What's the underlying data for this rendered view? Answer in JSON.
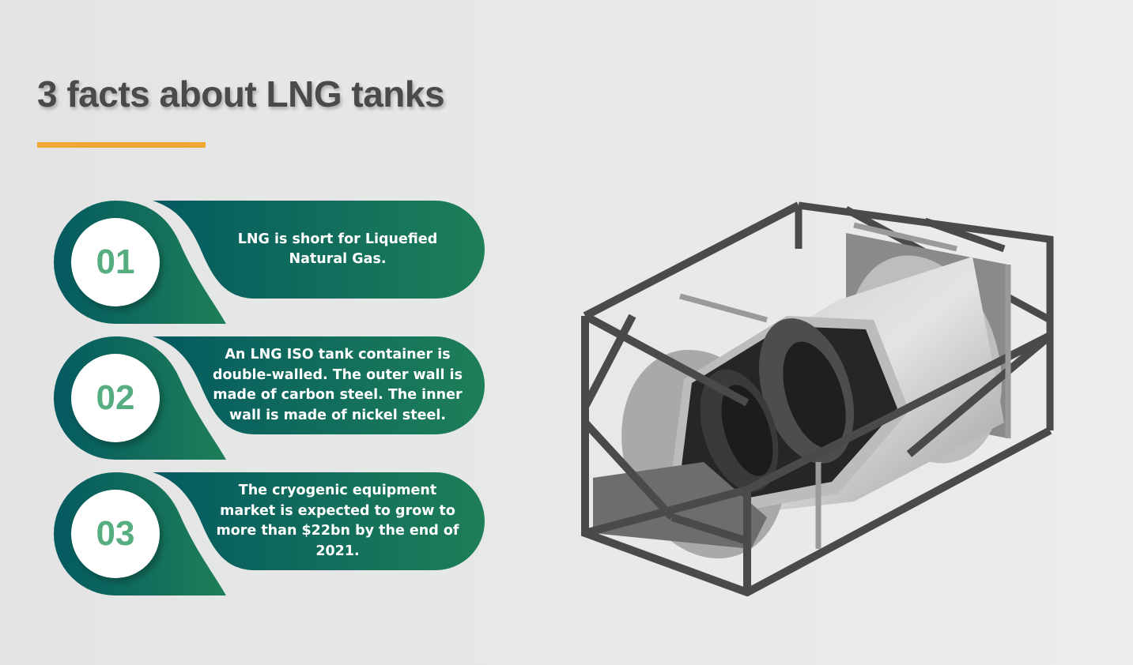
{
  "title": "3 facts about LNG tanks",
  "colors": {
    "title": "#4a4a4a",
    "accent_underline": "#f0a830",
    "badge_gradient_start": "#045a60",
    "badge_gradient_end": "#1e7f58",
    "number": "#55ad80",
    "background": "#e6e7e8"
  },
  "facts": [
    {
      "number": "01",
      "text": "LNG is short for Liquefied Natural Gas."
    },
    {
      "number": "02",
      "text": "An LNG ISO tank container is double-walled. The outer wall is made of carbon steel. The inner wall is made of nickel steel."
    },
    {
      "number": "03",
      "text": "The cryogenic equipment market is expected to grow to more than $22bn by the end of 2021."
    }
  ],
  "illustration": {
    "subject": "lng-iso-tank-container-cutaway"
  }
}
